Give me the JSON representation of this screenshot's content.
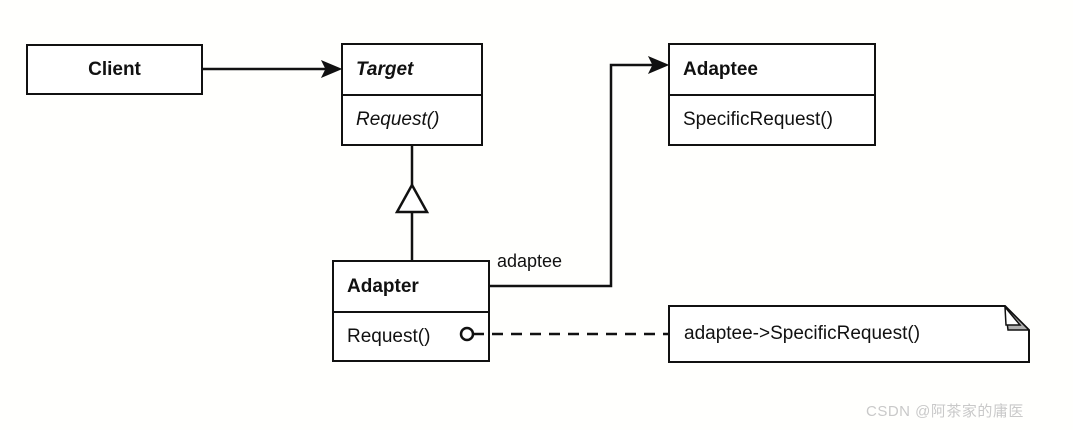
{
  "diagram": {
    "title": "Adapter pattern class diagram",
    "background_color": "#fffffd",
    "line_color": "#111111",
    "fold_fill_color": "#b0b0b0"
  },
  "classes": {
    "client": {
      "name": "Client",
      "style": "bold"
    },
    "target": {
      "name": "Target",
      "style": "bold-italic",
      "operations": [
        {
          "label": "Request()",
          "style": "italic"
        }
      ]
    },
    "adaptee": {
      "name": "Adaptee",
      "style": "bold",
      "operations": [
        {
          "label": "SpecificRequest()",
          "style": "plain"
        }
      ]
    },
    "adapter": {
      "name": "Adapter",
      "style": "bold",
      "operations": [
        {
          "label": "Request()",
          "style": "plain"
        }
      ]
    }
  },
  "edges": {
    "client_to_target": {
      "kind": "association-solid-arrow",
      "label": ""
    },
    "adapter_to_target": {
      "kind": "generalization-hollow-triangle",
      "label": ""
    },
    "adapter_to_adaptee": {
      "kind": "association-solid-arrow",
      "label": "adaptee"
    },
    "request_to_note": {
      "kind": "dashed-link-with-socket",
      "label": ""
    }
  },
  "note": {
    "text": "adaptee->SpecificRequest()"
  },
  "watermark": {
    "text": "CSDN @阿茶家的庸医"
  }
}
